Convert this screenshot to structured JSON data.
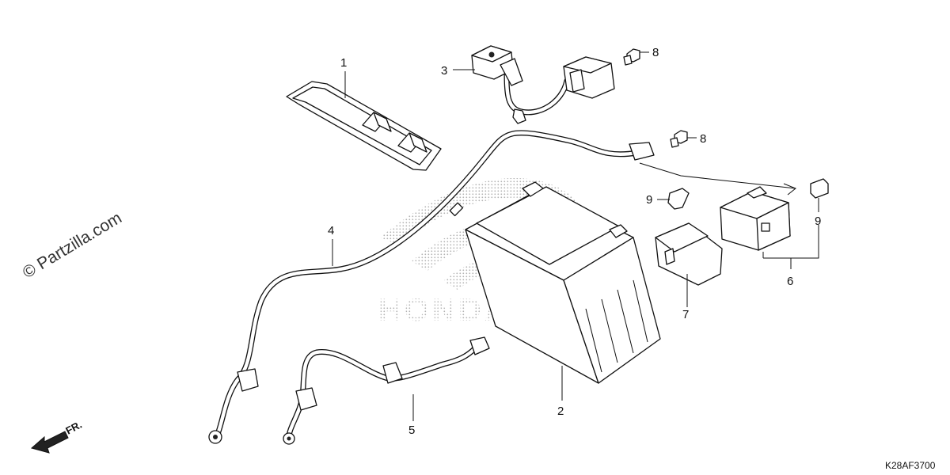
{
  "diagram": {
    "watermark": "© Partzilla.com",
    "direction_label": "FR.",
    "diagram_code": "K28AF3700",
    "brand_mark": "HONDA",
    "callouts": [
      {
        "id": "c1",
        "label": "1"
      },
      {
        "id": "c2",
        "label": "2"
      },
      {
        "id": "c3",
        "label": "3"
      },
      {
        "id": "c4",
        "label": "4"
      },
      {
        "id": "c5",
        "label": "5"
      },
      {
        "id": "c6",
        "label": "6"
      },
      {
        "id": "c7",
        "label": "7"
      },
      {
        "id": "c8a",
        "label": "8"
      },
      {
        "id": "c8b",
        "label": "8"
      },
      {
        "id": "c9a",
        "label": "9"
      },
      {
        "id": "c9b",
        "label": "9"
      }
    ]
  }
}
